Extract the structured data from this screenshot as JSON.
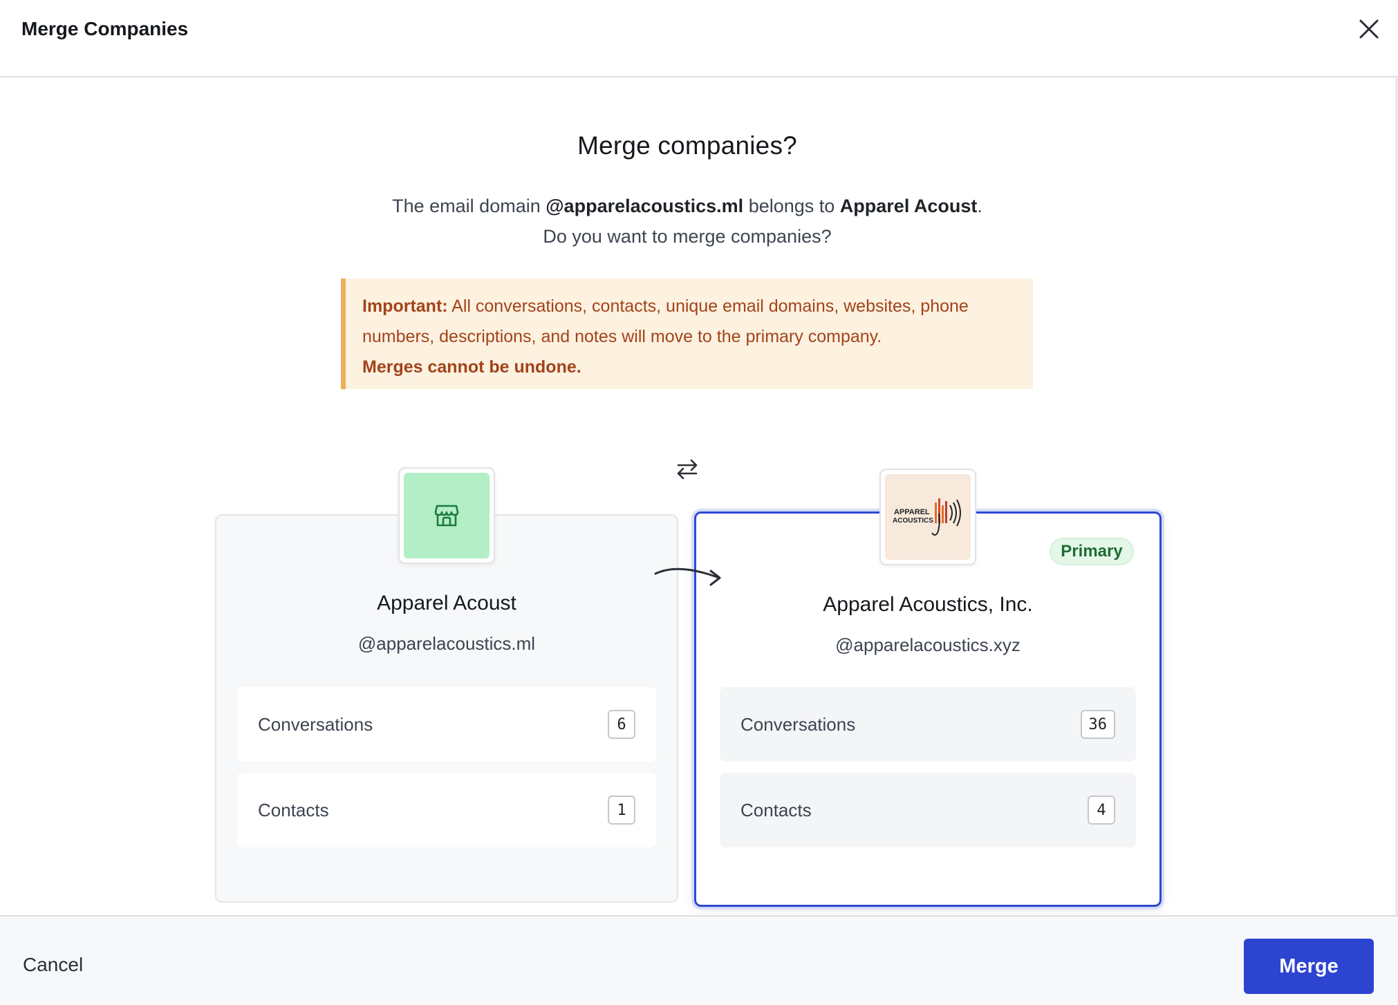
{
  "header": {
    "title": "Merge Companies",
    "close_icon": "close-icon"
  },
  "content": {
    "title": "Merge companies?",
    "description": {
      "prefix": "The email domain ",
      "domain": "@apparelacoustics.ml",
      "middle": " belongs to ",
      "company": "Apparel Acoust",
      "suffix": ".",
      "question": "Do you want to merge companies?"
    },
    "warning": {
      "label": "Important:",
      "text": " All conversations, contacts, unique email domains, websites, phone numbers, descriptions, and notes will move to the primary company.",
      "emphasis": "Merges cannot be undone.",
      "accent_color": "#ebb05a",
      "text_color": "#a2431a"
    },
    "swap_icon": "swap-arrows-icon"
  },
  "companies": [
    {
      "name": "Apparel Acoust",
      "domain": "@apparelacoustics.ml",
      "logo_icon": "store-icon",
      "stats": [
        {
          "label": "Conversations",
          "count": "6"
        },
        {
          "label": "Contacts",
          "count": "1"
        }
      ]
    },
    {
      "name": "Apparel Acoustics, Inc.",
      "domain": "@apparelacoustics.xyz",
      "logo_text_line1": "APPAREL",
      "logo_text_line2": "ACOUSTICS",
      "badge": "Primary",
      "stats": [
        {
          "label": "Conversations",
          "count": "36"
        },
        {
          "label": "Contacts",
          "count": "4"
        }
      ]
    }
  ],
  "footer": {
    "cancel_label": "Cancel",
    "merge_label": "Merge",
    "merge_color": "#2d44d1"
  }
}
